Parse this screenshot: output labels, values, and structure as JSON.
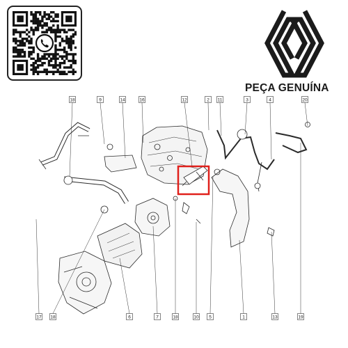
{
  "header": {
    "tagline": "PEÇA GENUÍNA",
    "brand_color": "#1b1b1b",
    "highlight_color": "#e0201b",
    "qr_icon": "whatsapp-icon",
    "logo_icon": "renault-diamond-logo"
  },
  "diagram": {
    "callouts": {
      "top": [
        "18",
        "9",
        "14",
        "16",
        "12",
        "2",
        "11",
        "3",
        "4",
        "20"
      ],
      "bottom": [
        "17",
        "18",
        "6",
        "7",
        "18",
        "10",
        "5",
        "1",
        "13",
        "19"
      ]
    },
    "highlighted_part": "12"
  }
}
